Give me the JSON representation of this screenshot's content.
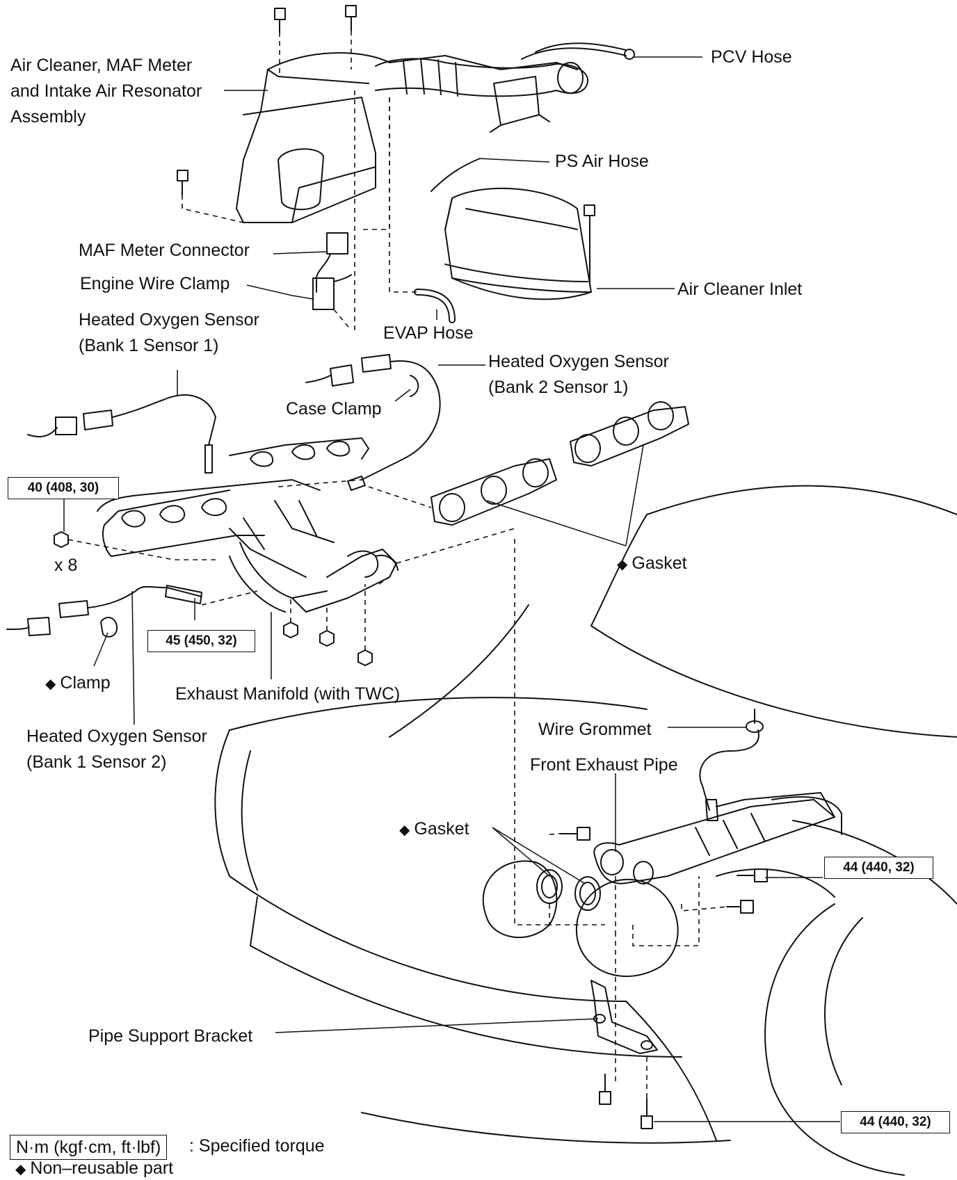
{
  "labels": {
    "air_cleaner": "Air Cleaner, MAF Meter\nand Intake Air Resonator\nAssembly",
    "pcv_hose": "PCV Hose",
    "ps_air_hose": "PS Air Hose",
    "maf_connector": "MAF Meter Connector",
    "engine_wire_clamp": "Engine Wire Clamp",
    "air_cleaner_inlet": "Air Cleaner Inlet",
    "evap_hose": "EVAP Hose",
    "ho2s_b1s1": "Heated Oxygen Sensor\n(Bank 1 Sensor 1)",
    "ho2s_b2s1": "Heated Oxygen Sensor\n(Bank 2 Sensor 1)",
    "case_clamp": "Case Clamp",
    "count_x8": "x 8",
    "gasket_upper": "Gasket",
    "clamp": "Clamp",
    "exhaust_manifold": "Exhaust Manifold (with TWC)",
    "ho2s_b1s2": "Heated Oxygen Sensor\n(Bank 1 Sensor 2)",
    "wire_grommet": "Wire Grommet",
    "front_exhaust_pipe": "Front Exhaust Pipe",
    "gasket_lower": "Gasket",
    "pipe_support_bracket": "Pipe Support Bracket"
  },
  "torque": {
    "manifold_nut": "40 (408, 30)",
    "sensor_b1s2": "45 (450, 32)",
    "pipe_bolt": "44 (440, 32)",
    "bracket_bolt": "44 (440, 32)"
  },
  "legend": {
    "unit_box": "N·m (kgf·cm, ft·lbf)",
    "unit_desc": ": Specified torque",
    "nonreusable": "Non–reusable part"
  },
  "symbols": {
    "non_reusable": "◆"
  }
}
